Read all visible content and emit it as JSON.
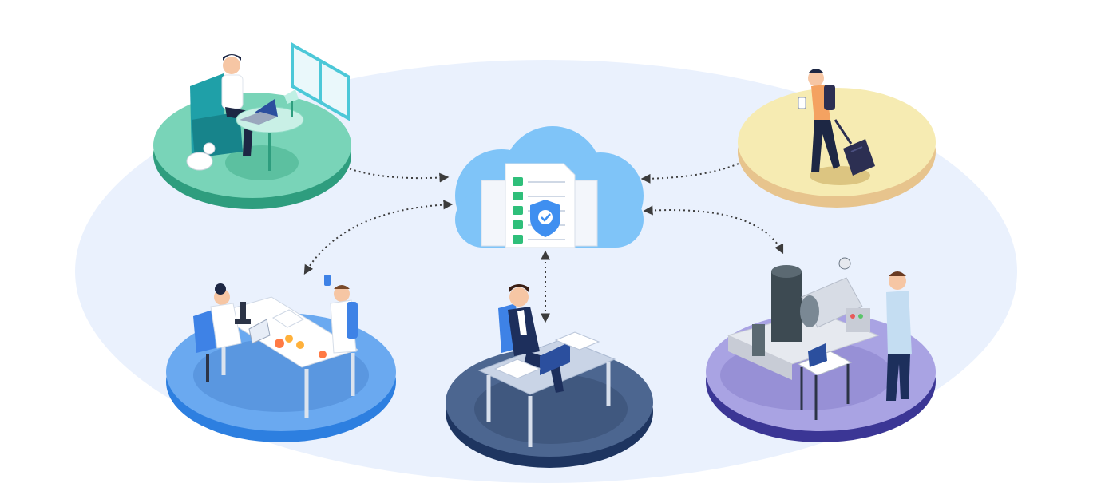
{
  "colors": {
    "background": "#ffffff",
    "ellipse": "#eaf1fd",
    "cloud": "#7fc4f8",
    "document": "#ffffff",
    "check": "#2fbf7a",
    "shield": "#3f8ff0",
    "connector": "#3c3c3c",
    "platform_green": "#79d4b8",
    "platform_yellow": "#f6ebb2",
    "platform_blue": "#6aa9f0",
    "platform_navy": "#4c6690",
    "platform_purple": "#a9a3e3"
  },
  "icons": [
    "cloud-icon",
    "document-checklist-icon",
    "shield-check-icon"
  ],
  "scenes": [
    {
      "name": "home-office-scene",
      "icon": "laptop-icon"
    },
    {
      "name": "traveler-scene",
      "icon": "suitcase-icon"
    },
    {
      "name": "laboratory-scene",
      "icon": "microscope-icon"
    },
    {
      "name": "office-scene",
      "icon": "monitor-icon"
    },
    {
      "name": "factory-scene",
      "icon": "machine-icon"
    }
  ]
}
